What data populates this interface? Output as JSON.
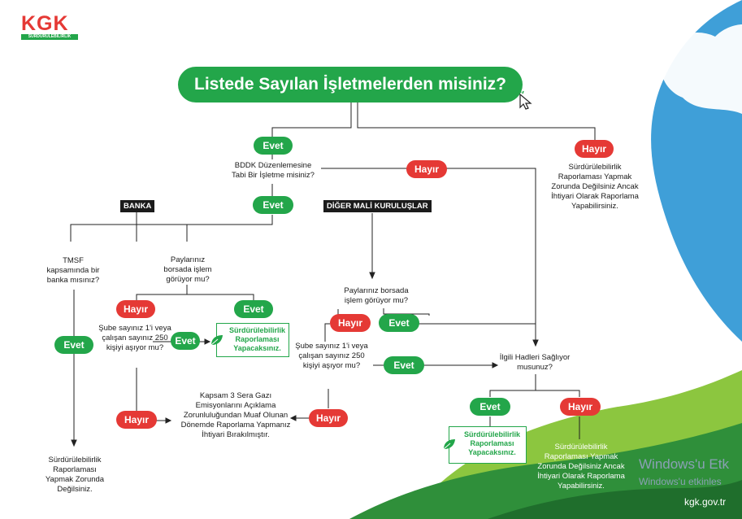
{
  "logo": {
    "text": "KGK",
    "subtext": "SÜRDÜRÜLEBİLİRLİK"
  },
  "title": "Listede Sayılan İşletmelerden misiniz?",
  "labels": {
    "evet": "Evet",
    "hayir": "Hayır",
    "banka": "BANKA",
    "diger": "DİĞER MALİ KURULUŞLAR"
  },
  "questions": {
    "bddk": "BDDK Düzenlemesine Tabi Bir İşletme misiniz?",
    "tmsf": "TMSF kapsamında bir banka mısınız?",
    "borsa_left": "Paylarınız borsada işlem görüyor mu?",
    "borsa_mid": "Paylarınız borsada işlem görüyor mu?",
    "sube_left": "Şube sayınız 1'i veya çalışan sayınız 250 kişiyi aşıyor mu?",
    "sube_mid": "Şube sayınız 1'i veya çalışan sayınız 250 kişiyi aşıyor mu?",
    "hadler": "İlgili Hadleri Sağlıyor musunuz?"
  },
  "results": {
    "not_obliged_optional_top": "Sürdürülebilirlik Raporlaması Yapmak Zorunda Değilsiniz Ancak İhtiyari Olarak Raporlama Yapabilirsiniz.",
    "report_left": "Sürdürülebilirlik Raporlaması Yapacaksınız.",
    "report_bottom": "Sürdürülebilirlik Raporlaması Yapacaksınız.",
    "scope3": "Kapsam 3 Sera Gazı Emisyonlarını Açıklama Zorunluluğundan Muaf Olunan Dönemde Raporlama Yapmanız İhtiyari Bırakılmıştır.",
    "not_obliged_left": "Sürdürülebilirlik Raporlaması Yapmak Zorunda Değilsiniz.",
    "not_obliged_optional_bottom": "Sürdürülebilirlik Raporlaması Yapmak Zorunda Değilsiniz Ancak İhtiyari Olarak Raporlama Yapabilirsiniz."
  },
  "watermark": {
    "line1": "Windows'u Etk",
    "line2": "Windows'u etkinles"
  },
  "website": "kgk.gov.tr",
  "colors": {
    "green": "#23a64a",
    "red": "#e53935",
    "dark": "#1b1b1b"
  }
}
